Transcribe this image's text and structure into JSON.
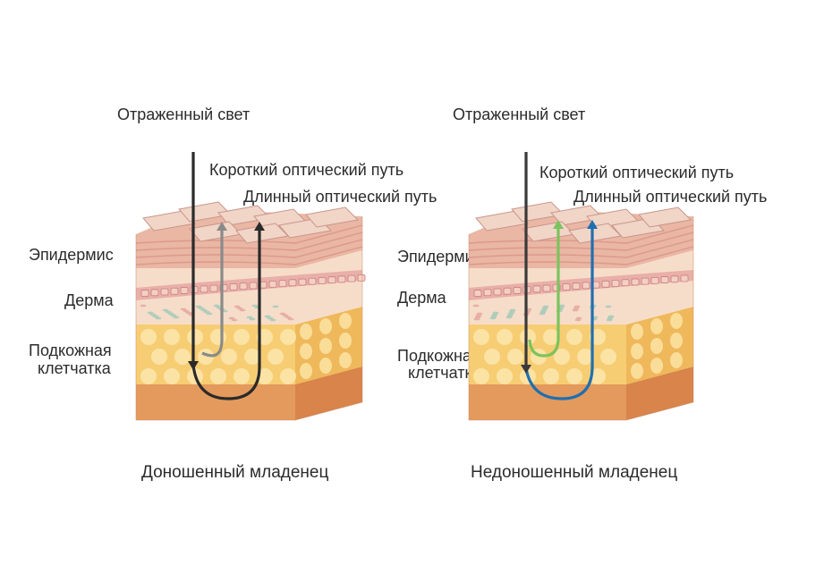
{
  "panels": [
    {
      "title": "Доношенный младенец",
      "reflected": "Отраженный свет",
      "short_path": "Короткий оптический путь",
      "long_path": "Длинный оптический путь",
      "layers": {
        "epidermis": "Эпидермис",
        "dermis": "Дерма",
        "subcutis_1": "Подкожная",
        "subcutis_2": "клетчатка"
      },
      "colors": {
        "short_arrow": "#8a8a8a",
        "long_arrow": "#2a2a2a",
        "incident": "#2a2a2a"
      }
    },
    {
      "title": "Недоношенный младенец",
      "reflected": "Отраженный свет",
      "short_path": "Короткий оптический путь",
      "long_path": "Длинный оптический путь",
      "layers": {
        "epidermis": "Эпидермис",
        "dermis": "Дерма",
        "subcutis_1": "Подкожная",
        "subcutis_2": "клетчатка"
      },
      "colors": {
        "short_arrow": "#7cc35e",
        "long_arrow": "#1f6fb0",
        "incident": "#3a3a3a"
      }
    }
  ],
  "palette": {
    "fat": "#f7cd73",
    "fat_side": "#efb85a",
    "fat_bubble": "#fbe3a5",
    "base_front": "#e49a5c",
    "base_side": "#d8844a",
    "dermis": "#f6ddc9",
    "dermis_band": "#e6a7a3",
    "epidermis": "#e9b7a3",
    "epi_stripe": "#d78a83",
    "flake": "#f1d5c7",
    "flake_edge": "#c9968c"
  }
}
